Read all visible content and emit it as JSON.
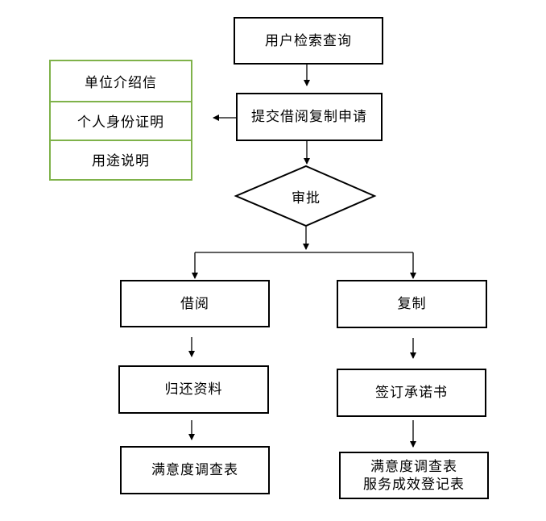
{
  "nodes": {
    "query": "用户检索查询",
    "submit": "提交借阅复制申请",
    "approve": "审批",
    "borrow": "借阅",
    "copy": "复制",
    "return": "归还资料",
    "sign": "签订承诺书",
    "survey_left": "满意度调查表",
    "survey_right_line1": "满意度调查表",
    "survey_right_line2": "服务成效登记表"
  },
  "requirements": [
    "单位介绍信",
    "个人身份证明",
    "用途说明"
  ],
  "colors": {
    "requirement_border": "#7fb24a",
    "line": "#000000"
  }
}
